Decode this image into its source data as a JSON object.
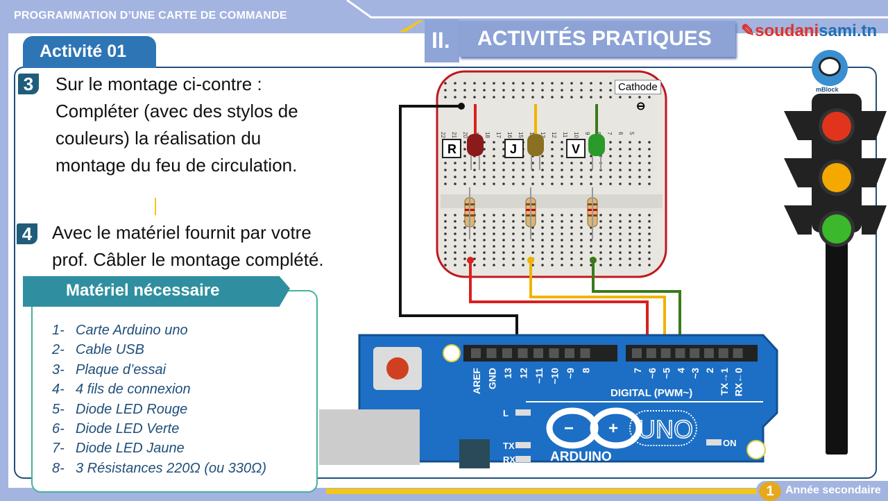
{
  "header": {
    "course_title": "PROGRAMMATION D’UNE CARTE DE COMMANDE",
    "activity_tab": "Activité  01",
    "section_number": "II.",
    "section_title": "ACTIVITÉS  PRATIQUES",
    "logo_part1": "soudani",
    "logo_part2": "sami.tn",
    "mblock_label": "mBlock"
  },
  "steps": [
    {
      "number": "3",
      "lines": [
        "Sur le montage ci-contre  :",
        "Compléter (avec des stylos de",
        "couleurs) la réalisation du",
        "montage du feu de circulation."
      ]
    },
    {
      "number": "4",
      "lines": [
        "Avec le matériel fournit par votre",
        "prof. Câbler  le montage complété."
      ]
    }
  ],
  "materials": {
    "title": "Matériel nécessaire",
    "items": [
      {
        "n": "1-",
        "label": "Carte Arduino uno"
      },
      {
        "n": "2-",
        "label": "Cable USB"
      },
      {
        "n": "3-",
        "label": "Plaque d’essai"
      },
      {
        "n": "4-",
        "label": "4 fils de connexion"
      },
      {
        "n": "5-",
        "label": "Diode LED Rouge"
      },
      {
        "n": "6-",
        "label": "Diode LED Verte"
      },
      {
        "n": "7-",
        "label": "Diode LED Jaune"
      },
      {
        "n": "8-",
        "label": "3 Résistances 220Ω (ou 330Ω)"
      }
    ]
  },
  "breadboard": {
    "cathode_label": "Cathode",
    "minus": "⊖",
    "led_labels": [
      "R",
      "J",
      "V"
    ],
    "column_numbers": [
      "22",
      "21",
      "20",
      "19",
      "18",
      "17",
      "16",
      "15",
      "14",
      "13",
      "12",
      "11",
      "10",
      "9",
      "8",
      "7",
      "6",
      "5"
    ],
    "led_colors": [
      "#8b1a1a",
      "#8a7020",
      "#2a9a2a"
    ],
    "wire_colors": {
      "gnd": "#111111",
      "red": "#d92020",
      "yellow": "#f0b400",
      "green": "#3a7a1a"
    }
  },
  "arduino": {
    "pins_left": [
      "AREF",
      "GND",
      "13",
      "12",
      "~11",
      "~10",
      "~9",
      "8"
    ],
    "pins_right": [
      "7",
      "~6",
      "~5",
      "4",
      "~3",
      "2",
      "TX→1",
      "RX←0"
    ],
    "digital_label": "DIGITAL (PWM~)",
    "led_l": "L",
    "led_tx": "TX",
    "led_rx": "RX",
    "led_on": "ON",
    "brand": "ARDUINO",
    "model": "UNO",
    "board_color": "#1c6fc4"
  },
  "traffic_light": {
    "colors": [
      "#e0341c",
      "#f5a800",
      "#3cb82c"
    ]
  },
  "footer": {
    "year_number": "1",
    "year_label": "Année secondaire"
  }
}
